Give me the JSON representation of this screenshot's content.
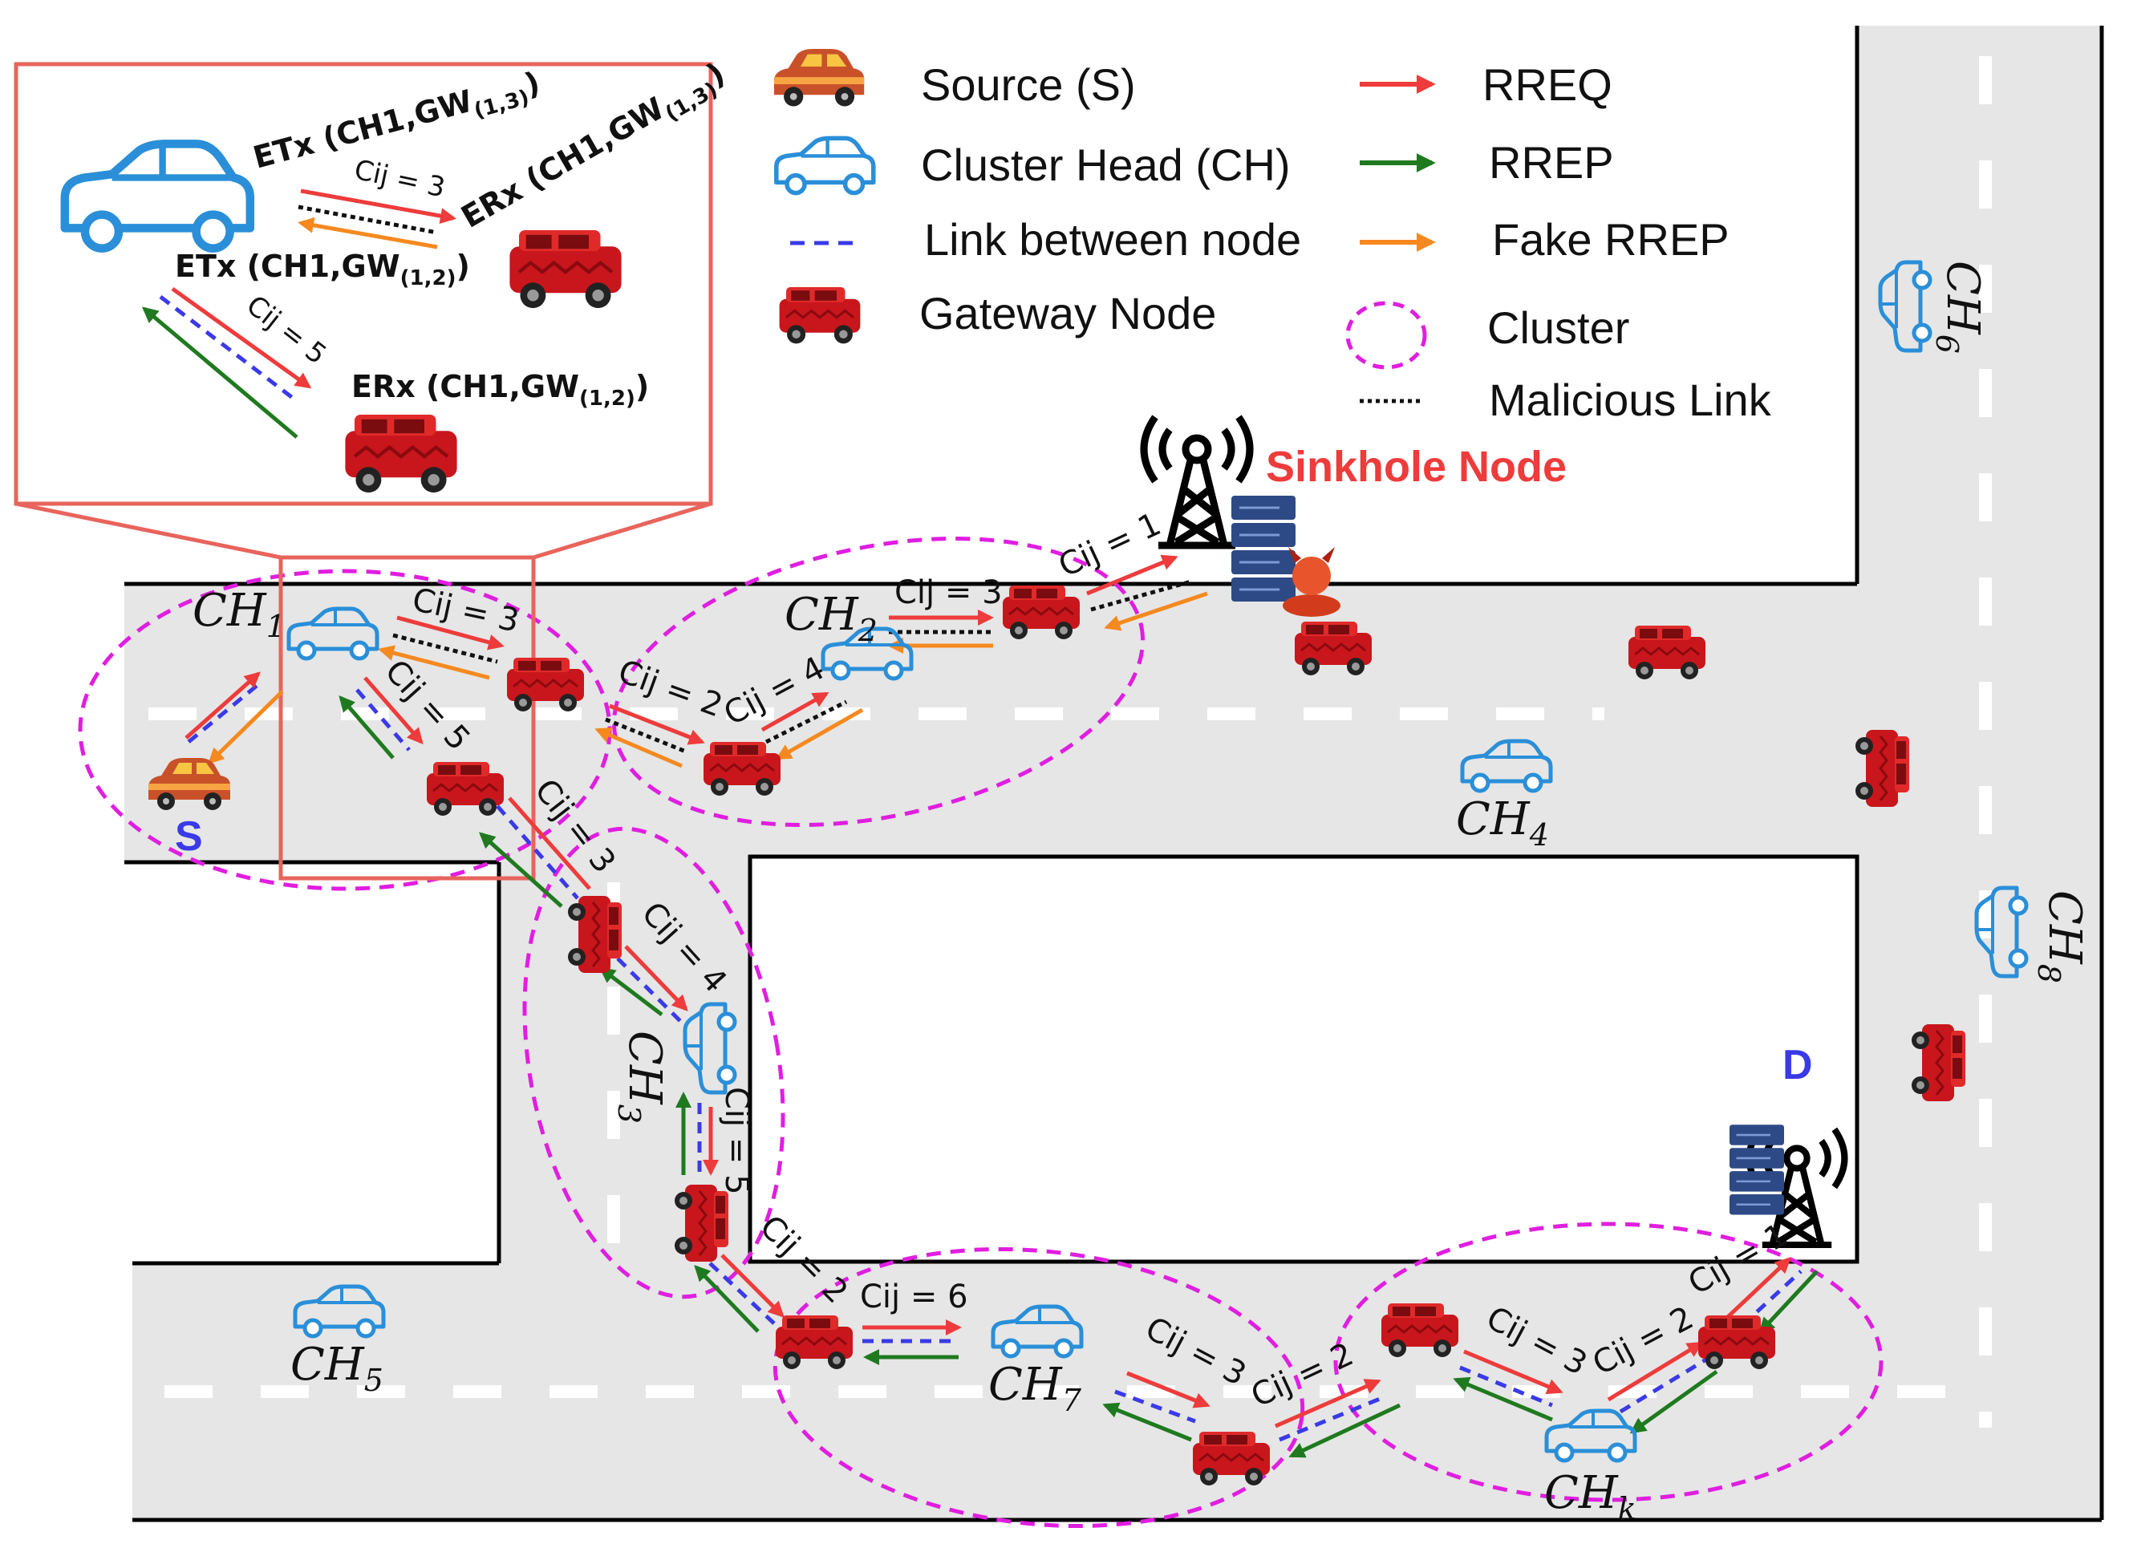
{
  "legend": {
    "source": "Source (S)",
    "cluster_head": "Cluster Head (CH)",
    "link": "Link between node",
    "gateway": "Gateway Node",
    "rreq": "RREQ",
    "rrep": "RREP",
    "fake_rrep": "Fake RREP",
    "cluster": "Cluster",
    "malicious": "Malicious Link"
  },
  "sinkhole_label": "Sinkhole Node",
  "source_label": "S",
  "destination_label": "D",
  "cluster_heads": {
    "ch1": {
      "base": "CH",
      "sub": "1"
    },
    "ch2": {
      "base": "CH",
      "sub": "2"
    },
    "ch3": {
      "base": "CH",
      "sub": "3"
    },
    "ch4": {
      "base": "CH",
      "sub": "4"
    },
    "ch5": {
      "base": "CH",
      "sub": "5"
    },
    "ch6": {
      "base": "CH",
      "sub": "6"
    },
    "ch7": {
      "base": "CH",
      "sub": "7"
    },
    "ch8": {
      "base": "CH",
      "sub": "8"
    },
    "chk": {
      "base": "CH",
      "sub": "k"
    }
  },
  "costs": {
    "c_s_ch1_gw": "Cij = 3",
    "c_ch1_gw2": "Cij = 5",
    "c_gw_gw2": "Cij = 2",
    "c_ch2_a": "Cij = 3",
    "c_ch2_b": "Cij = 4",
    "c_sink": "Cij = 1",
    "c_gw_down": "Cij = 3",
    "c_ch3_a": "Cij = 4",
    "c_ch3_b": "Cij = 5",
    "c_gw_ch7": "Cij = 2",
    "c_ch7_a": "Cij = 6",
    "c_ch7_b": "Cij = 3",
    "c_gw_chk": "Cij = 2",
    "c_chk_a": "Cij = 3",
    "c_chk_b": "Cij = 2",
    "c_dest": "Cij = 1"
  },
  "inset": {
    "etx_1": {
      "base": "ETx (CH1,GW",
      "sub": "(1,3)",
      "end": ")"
    },
    "erx_1": {
      "base": "ERx (CH1,GW",
      "sub": "(1,3)",
      "end": ")"
    },
    "etx_2": {
      "base": "ETx (CH1,GW",
      "sub": "(1,2)",
      "end": ")"
    },
    "erx_2": {
      "base": "ERx (CH1,GW",
      "sub": "(1,2)",
      "end": ")"
    },
    "cost_1": "Cij = 3",
    "cost_2": "Cij = 5"
  },
  "colors": {
    "rreq": "#ee3b3b",
    "rrep": "#1f7a1f",
    "fake_rrep": "#f5891f",
    "link": "#3a3ae8",
    "cluster": "#e01ee0",
    "road": "#e6e6e6",
    "ch_blue": "#2a8fd8",
    "gateway_red": "#c8161c"
  }
}
